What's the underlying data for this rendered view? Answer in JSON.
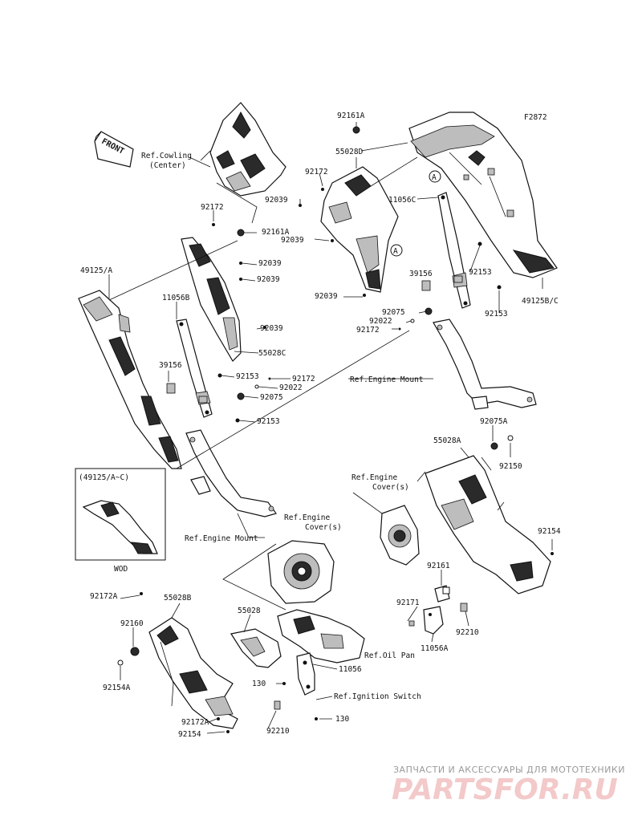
{
  "figure": {
    "code": "F2872",
    "front_label": "FRONT",
    "box_label": "(49125/A~C)",
    "box_caption": "WOD",
    "circle_marker": "A"
  },
  "parts": [
    {
      "id": "p1",
      "text": "92161A"
    },
    {
      "id": "p2",
      "text": "55028D"
    },
    {
      "id": "p3",
      "text": "92172"
    },
    {
      "id": "p4",
      "text": "92039"
    },
    {
      "id": "p5",
      "text": "11056C"
    },
    {
      "id": "p6",
      "text": "92039"
    },
    {
      "id": "p7",
      "text": "92172"
    },
    {
      "id": "p8",
      "text": "92161A"
    },
    {
      "id": "p9",
      "text": "49125/A"
    },
    {
      "id": "p10",
      "text": "92039"
    },
    {
      "id": "p11",
      "text": "92039"
    },
    {
      "id": "p12",
      "text": "39156"
    },
    {
      "id": "p13",
      "text": "92153"
    },
    {
      "id": "p14",
      "text": "92039"
    },
    {
      "id": "p15",
      "text": "49125B/C"
    },
    {
      "id": "p16",
      "text": "11056B"
    },
    {
      "id": "p17",
      "text": "92075"
    },
    {
      "id": "p18",
      "text": "92022"
    },
    {
      "id": "p19",
      "text": "92172"
    },
    {
      "id": "p20",
      "text": "92153"
    },
    {
      "id": "p21",
      "text": "92039"
    },
    {
      "id": "p22",
      "text": "55028C"
    },
    {
      "id": "p23",
      "text": "39156"
    },
    {
      "id": "p24",
      "text": "92153"
    },
    {
      "id": "p25",
      "text": "92172"
    },
    {
      "id": "p26",
      "text": "92022"
    },
    {
      "id": "p27",
      "text": "92075"
    },
    {
      "id": "p28",
      "text": "92153"
    },
    {
      "id": "p29",
      "text": "92075A"
    },
    {
      "id": "p30",
      "text": "55028A"
    },
    {
      "id": "p31",
      "text": "92150"
    },
    {
      "id": "p32",
      "text": "92154"
    },
    {
      "id": "p33",
      "text": "92161"
    },
    {
      "id": "p34",
      "text": "92171"
    },
    {
      "id": "p35",
      "text": "92210"
    },
    {
      "id": "p36",
      "text": "11056A"
    },
    {
      "id": "p37",
      "text": "92172A"
    },
    {
      "id": "p38",
      "text": "55028B"
    },
    {
      "id": "p39",
      "text": "55028"
    },
    {
      "id": "p40",
      "text": "92160"
    },
    {
      "id": "p41",
      "text": "92154A"
    },
    {
      "id": "p42",
      "text": "11056"
    },
    {
      "id": "p43",
      "text": "130"
    },
    {
      "id": "p44",
      "text": "92172A"
    },
    {
      "id": "p45",
      "text": "92154"
    },
    {
      "id": "p46",
      "text": "92210"
    },
    {
      "id": "p47",
      "text": "130"
    }
  ],
  "references": [
    {
      "id": "r1",
      "lines": [
        "Ref.Cowling",
        "(Center)"
      ]
    },
    {
      "id": "r2",
      "lines": [
        "Ref.Engine Mount"
      ]
    },
    {
      "id": "r3",
      "lines": [
        "Ref.Engine Mount"
      ]
    },
    {
      "id": "r4",
      "lines": [
        "Ref.Engine",
        "Cover(s)"
      ]
    },
    {
      "id": "r5",
      "lines": [
        "Ref.Engine",
        "Cover(s)"
      ]
    },
    {
      "id": "r6",
      "lines": [
        "Ref.Oil Pan"
      ]
    },
    {
      "id": "r7",
      "lines": [
        "Ref.Ignition Switch"
      ]
    }
  ],
  "watermark": {
    "line1": "ЗАПЧАСТИ И АКСЕССУАРЫ ДЛЯ МОТОТЕХНИКИ",
    "line2": "PARTSFOR.RU"
  }
}
